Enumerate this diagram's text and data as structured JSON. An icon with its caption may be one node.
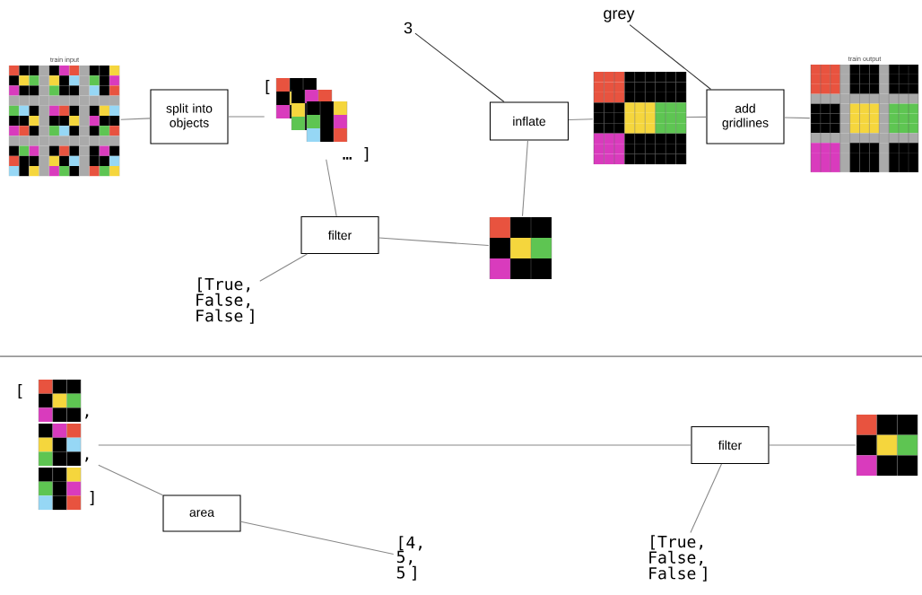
{
  "diagram": {
    "nodes": [
      {
        "text": [
          "train input"
        ]
      },
      {
        "text": [
          "split into objects"
        ]
      },
      {
        "text": [
          "[",
          "… ]"
        ]
      },
      {
        "text": [
          "3"
        ]
      },
      {
        "text": [
          "inflate"
        ]
      },
      {
        "text": [],
        "shape": "picture"
      },
      {
        "text": [
          "grey"
        ]
      },
      {
        "text": [
          "add gridlines"
        ]
      },
      {
        "text": [
          "train output"
        ]
      },
      {
        "text": [
          "filter"
        ]
      },
      {
        "text": [],
        "shape": "picture"
      },
      {
        "text": [
          "[True, False, False ]"
        ]
      },
      {
        "text": [
          "[",
          ",",
          ",",
          "]"
        ]
      },
      {
        "text": [
          "filter"
        ]
      },
      {
        "text": [],
        "shape": "picture"
      },
      {
        "text": [
          "area"
        ]
      },
      {
        "text": [
          "[4, 5, 5 ]"
        ]
      },
      {
        "text": [
          "[True, False, False ]"
        ]
      }
    ],
    "edges": [
      {
        "from": 0,
        "to": 1,
        "arrow": "none"
      },
      {
        "from": 1,
        "to": 2,
        "arrow": "none"
      },
      {
        "from": 3,
        "to": 4,
        "arrow": "none",
        "color": "#333333"
      },
      {
        "from": 4,
        "to": 5,
        "arrow": "none"
      },
      {
        "from": 6,
        "to": 7,
        "arrow": "none",
        "color": "#333333"
      },
      {
        "from": 5,
        "to": 7,
        "arrow": "none"
      },
      {
        "from": 7,
        "to": 8,
        "arrow": "none"
      },
      {
        "from": 2,
        "to": 9,
        "arrow": "none"
      },
      {
        "from": 9,
        "to": 10,
        "arrow": "none"
      },
      {
        "from": 10,
        "to": 4,
        "arrow": "none"
      },
      {
        "from": 9,
        "to": 11,
        "arrow": "none"
      },
      {
        "from": 12,
        "to": 13,
        "arrow": "none"
      },
      {
        "from": 13,
        "to": 14,
        "arrow": "none"
      },
      {
        "from": 12,
        "to": 15,
        "arrow": "none"
      },
      {
        "from": 15,
        "to": 16,
        "arrow": "none"
      },
      {
        "from": 13,
        "to": 17,
        "arrow": "none"
      }
    ]
  }
}
